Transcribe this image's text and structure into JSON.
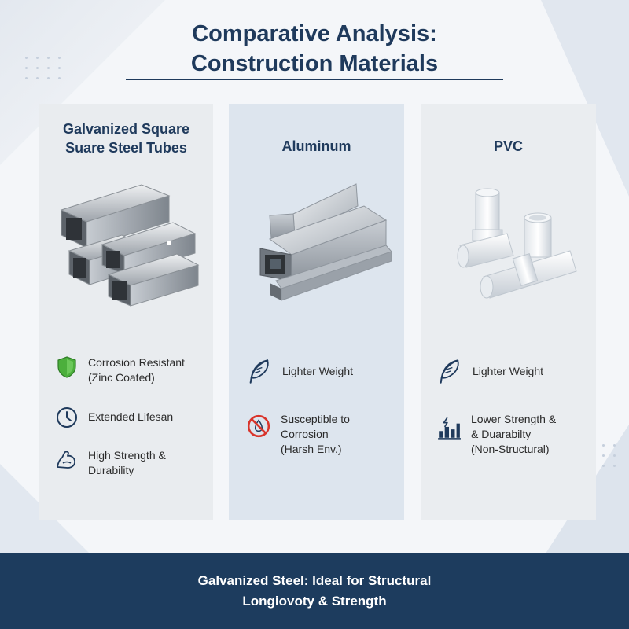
{
  "header": {
    "title_line1": "Comparative Analysis:",
    "title_line2": "Construction Materials"
  },
  "panels": [
    {
      "title_line1": "Galvanized Square",
      "title_line2": "Suare Steel Tubes",
      "features": [
        {
          "icon": "shield-icon",
          "line1": "Corrosion Resistant",
          "line2": "(Zinc Coated)"
        },
        {
          "icon": "clock-icon",
          "line1": "Extended Lifesan",
          "line2": ""
        },
        {
          "icon": "flexed-arm-icon",
          "line1": "High Strength &",
          "line2": "Durability"
        }
      ]
    },
    {
      "title_line1": "Aluminum",
      "features": [
        {
          "icon": "feather-icon",
          "line1": "Lighter Weight"
        },
        {
          "icon": "no-corrosion-icon",
          "line1": "Susceptible to",
          "line2": "Corrosion",
          "line3": "(Harsh Env.)"
        }
      ]
    },
    {
      "title_line1": "PVC",
      "features": [
        {
          "icon": "feather-icon",
          "line1": "Lighter Weight"
        },
        {
          "icon": "broken-bar-chart-icon",
          "line1": "Lower Strength &",
          "line2": "& Duarabilty",
          "line3": "(Non-Structural)"
        }
      ]
    }
  ],
  "footer": {
    "line1": "Galvanized Steel: Ideal for Structural",
    "line2": "Longiovoty & Strength"
  },
  "colors": {
    "navy": "#1d3c5e",
    "shield_green": "#4caf3c",
    "warning_red": "#d9342b"
  }
}
